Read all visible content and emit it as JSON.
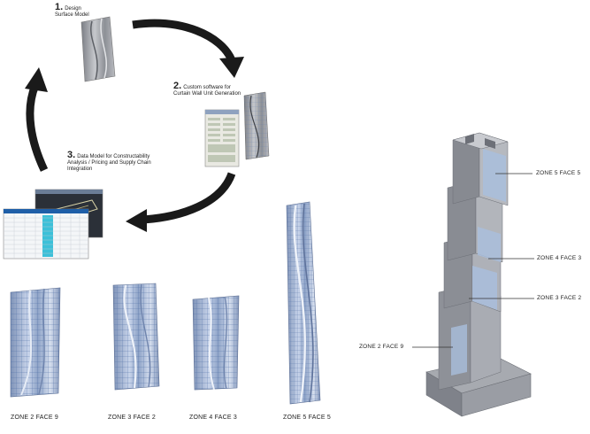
{
  "steps": [
    {
      "num": "1.",
      "text": "Design Surface Model"
    },
    {
      "num": "2.",
      "text": "Custom software for Curtain Wall Unit Generation"
    },
    {
      "num": "3.",
      "text": "Data Model for Constructability Analysis / Pricing and Supply Chain Integration"
    }
  ],
  "panels": [
    {
      "caption": "ZONE 2  FACE 9"
    },
    {
      "caption": "ZONE 3  FACE 2"
    },
    {
      "caption": "ZONE 4  FACE 3"
    },
    {
      "caption": "ZONE 5  FACE 5"
    }
  ],
  "tower_labels": [
    {
      "text": "ZONE 5  FACE 5"
    },
    {
      "text": "ZONE 4  FACE 3"
    },
    {
      "text": "ZONE 3  FACE 2"
    },
    {
      "text": "ZONE 2  FACE 9"
    }
  ],
  "colors": {
    "arrow": "#1a1a1a",
    "tower": "#8e9198",
    "tower_light": "#b5b8bf",
    "tower_dark": "#6d7078",
    "glass": "#a9bedc",
    "panel_blue": "#9fb3d6"
  }
}
